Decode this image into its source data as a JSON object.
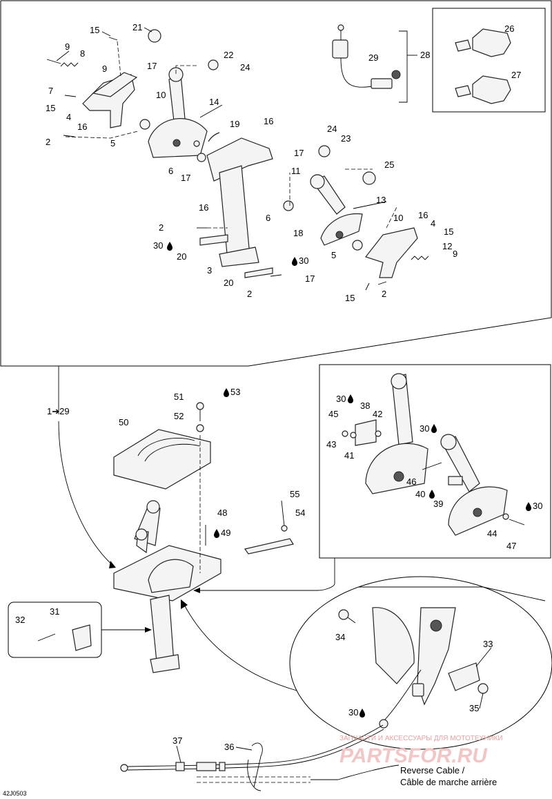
{
  "diagram_code": "42J0503",
  "reference_arrow": "1➔29",
  "reverse_cable": {
    "line1": "Reverse Cable /",
    "line2": "Câble de marche arrière"
  },
  "watermark": {
    "small": "ЗАПЧАСТИ И АКСЕССУАРЫ ДЛЯ МОТОТЕХНИКИ",
    "large": "PARTSFOR.RU"
  },
  "callouts": {
    "c15a": "15",
    "c21": "21",
    "c9a": "9",
    "c8": "8",
    "c9b": "9",
    "c17a": "17",
    "c7": "7",
    "c15b": "15",
    "c10a": "10",
    "c4a": "4",
    "c16a": "16",
    "c5a": "5",
    "c2a": "2",
    "c14": "14",
    "c22": "22",
    "c24a": "24",
    "c29": "29",
    "c28": "28",
    "c26": "26",
    "c27": "27",
    "c19": "19",
    "c16b": "16",
    "c6a": "6",
    "c17b": "17",
    "c17c": "17",
    "c11": "11",
    "c24b": "24",
    "c23": "23",
    "c25": "25",
    "c16c": "16",
    "c13": "13",
    "c6b": "6",
    "c18": "18",
    "c10b": "10",
    "c16d": "16",
    "c4b": "4",
    "c15c": "15",
    "c2b": "2",
    "c30a": "30",
    "c20a": "20",
    "c5b": "5",
    "c12": "12",
    "c9c": "9",
    "c3": "3",
    "c30b": "30",
    "c20b": "20",
    "c17d": "17",
    "c2c": "2",
    "c15d": "15",
    "c2d": "2",
    "c51": "51",
    "c53": "53",
    "c52": "52",
    "c50": "50",
    "c30c": "30",
    "c38": "38",
    "c45": "45",
    "c42": "42",
    "c43": "43",
    "c41": "41",
    "c30d": "30",
    "c46": "46",
    "c40": "40",
    "c39": "39",
    "c44": "44",
    "c30e": "30",
    "c47": "47",
    "c55": "55",
    "c48": "48",
    "c54": "54",
    "c49": "49",
    "c31": "31",
    "c32": "32",
    "c34": "34",
    "c33": "33",
    "c35": "35",
    "c30f": "30",
    "c37": "37",
    "c36": "36"
  },
  "colors": {
    "line": "#000000",
    "part_fill": "#f4f4f4",
    "watermark": "#f2c6c6"
  }
}
